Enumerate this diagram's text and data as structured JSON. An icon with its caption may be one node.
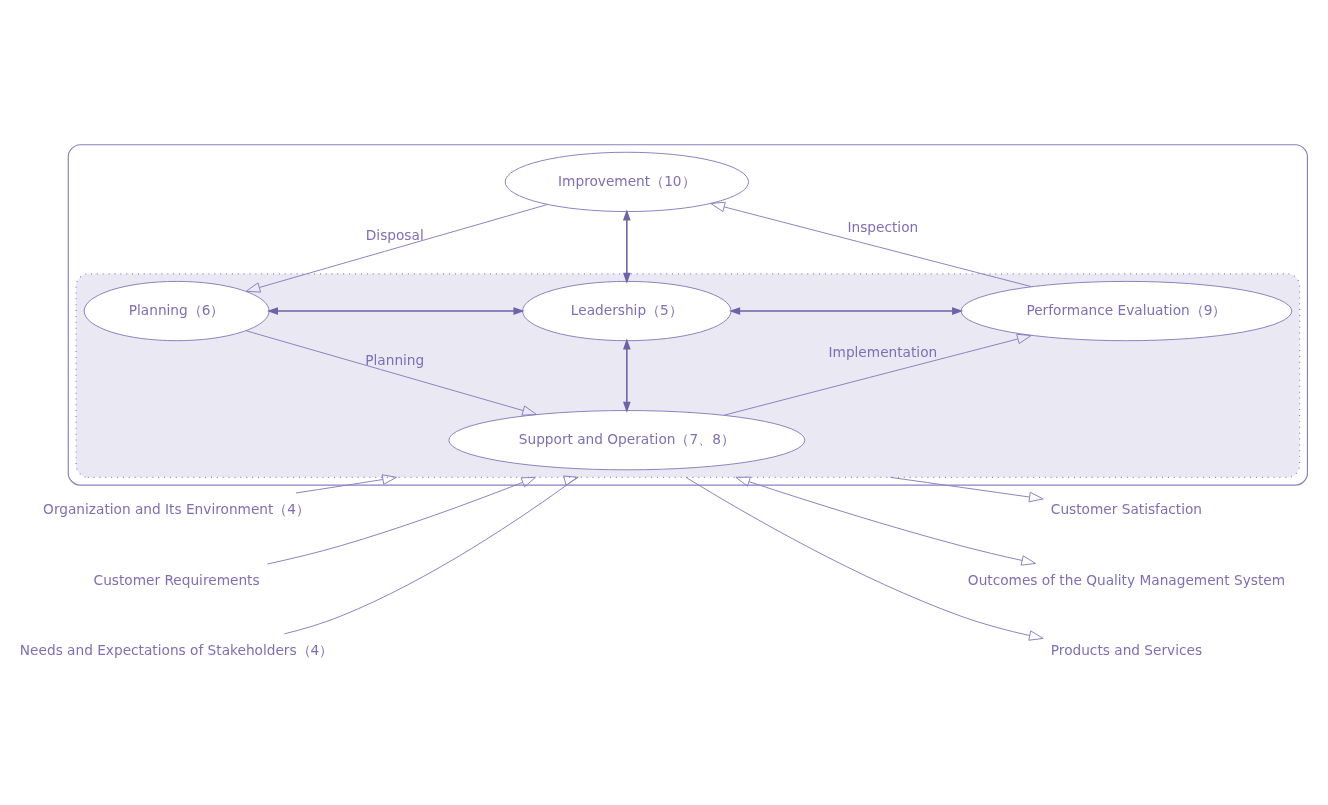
{
  "diagram": {
    "nodes": [
      {
        "text": [],
        "shape": "box"
      },
      {
        "text": [],
        "shape": "ellipse",
        "in": 0
      },
      {
        "text": [
          "Organization and Its Environment（4）"
        ]
      },
      {
        "text": [
          "Support and Operation（7、8）"
        ],
        "in": 1
      },
      {
        "text": [
          "Customer Satisfaction"
        ]
      },
      {
        "text": [
          "Customer Requirements"
        ]
      },
      {
        "text": [
          "Planning（6）"
        ],
        "in": 1
      },
      {
        "text": [
          "Leadership（5）"
        ],
        "in": 1
      },
      {
        "text": [
          "Performance Evaluation（9）"
        ],
        "in": 1
      },
      {
        "text": [
          "Outcomes of the Quality Management System"
        ]
      },
      {
        "text": [
          "Products and Services"
        ]
      },
      {
        "text": [
          "Improvement（10）"
        ],
        "in": 0
      },
      {
        "text": [
          "Needs and Expectations of Stakeholders（4）"
        ]
      }
    ],
    "edges": [
      {
        "from": 2,
        "to": 1,
        "arrow": "to"
      },
      {
        "from": 5,
        "to": 1,
        "arrow": "to"
      },
      {
        "from": 12,
        "to": 1,
        "arrow": "to"
      },
      {
        "from": 7,
        "to": 3,
        "arrow": "both",
        "color": "#6e62a8"
      },
      {
        "from": 6,
        "to": 7,
        "arrow": "both",
        "color": "#6e62a8"
      },
      {
        "from": 7,
        "to": 8,
        "arrow": "both",
        "color": "#6e62a8"
      },
      {
        "from": 7,
        "to": 11,
        "arrow": "both",
        "color": "#6e62a8"
      },
      {
        "from": 6,
        "to": 3,
        "arrow": "to",
        "label": "Planning"
      },
      {
        "from": 3,
        "to": 8,
        "arrow": "to",
        "label": "Implementation"
      },
      {
        "from": 8,
        "to": 11,
        "arrow": "to",
        "label": "Inspection"
      },
      {
        "from": 11,
        "to": 6,
        "arrow": "to",
        "label": "Disposal"
      },
      {
        "from": 1,
        "to": 9,
        "arrow": "both"
      },
      {
        "from": 1,
        "to": 4,
        "arrow": "to"
      },
      {
        "from": 1,
        "to": 10,
        "arrow": "to"
      }
    ]
  }
}
